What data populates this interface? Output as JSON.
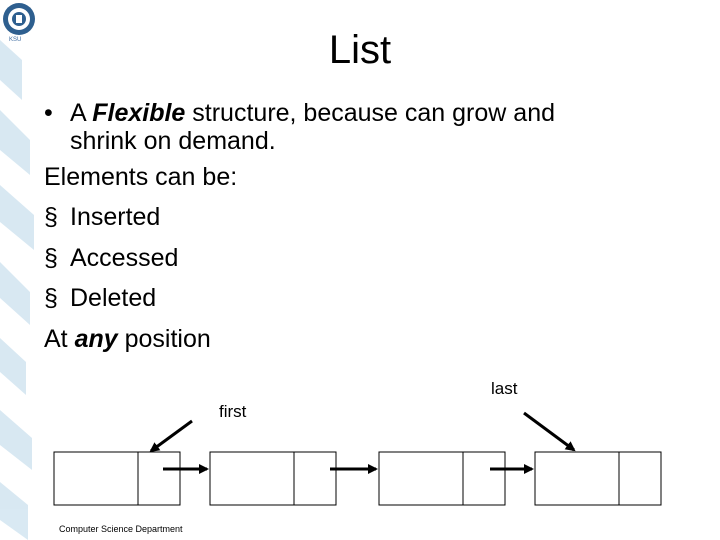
{
  "slide": {
    "title": "List",
    "bullet": {
      "prefix": "A ",
      "emphasis": "Flexible",
      "rest_line1": " structure, because can grow and",
      "rest_line2": "shrink on demand."
    },
    "elements_intro": "Elements can be:",
    "sub_marker": "§",
    "items": [
      "Inserted",
      "Accessed",
      "Deleted"
    ],
    "position_line": {
      "prefix": "At ",
      "emphasis": "any",
      "suffix": " position"
    },
    "first_label": "first",
    "last_label": "last",
    "footer": "Computer Science Department",
    "logo_caption": "KSU"
  },
  "colors": {
    "stripe": "#cfe3f0",
    "logo": "#2e5f8f"
  }
}
